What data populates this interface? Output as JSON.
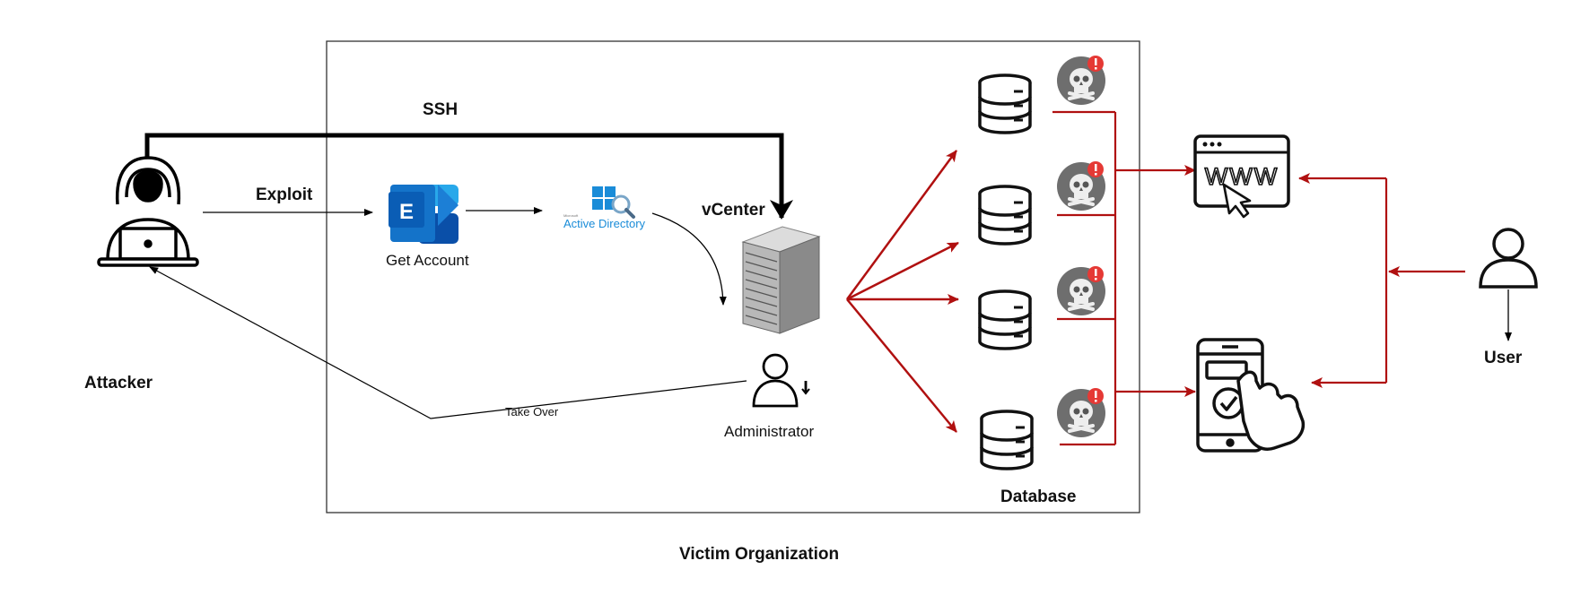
{
  "labels": {
    "ssh": "SSH",
    "exploit": "Exploit",
    "get_account": "Get Account",
    "vcenter": "vCenter",
    "attacker": "Attacker",
    "take_over": "Take Over",
    "administrator": "Administrator",
    "database": "Database",
    "user": "User",
    "victim_org": "Victim Organization",
    "active_directory": "Active Directory",
    "microsoft": "Microsoft",
    "exchange_letter": "E",
    "www": "WWW"
  },
  "colors": {
    "black_arrow": "#000000",
    "red_arrow": "#b01010",
    "exchange_blue_dark": "#0a4fa8",
    "exchange_blue_light": "#28a8ea",
    "windows_blue": "#1a8cd8",
    "server_gray": "#a9a9a9",
    "skull_bg": "#6e6e6e",
    "alert_red": "#e53935"
  },
  "icons": {
    "attacker": "hacker-icon",
    "exchange": "exchange-icon",
    "active_directory": "active-directory-icon",
    "vcenter": "server-icon",
    "administrator": "admin-user-icon",
    "database": "database-icon",
    "compromised": "skull-alert-icon",
    "website": "browser-icon",
    "mobile": "mobile-app-icon",
    "user": "user-icon"
  }
}
